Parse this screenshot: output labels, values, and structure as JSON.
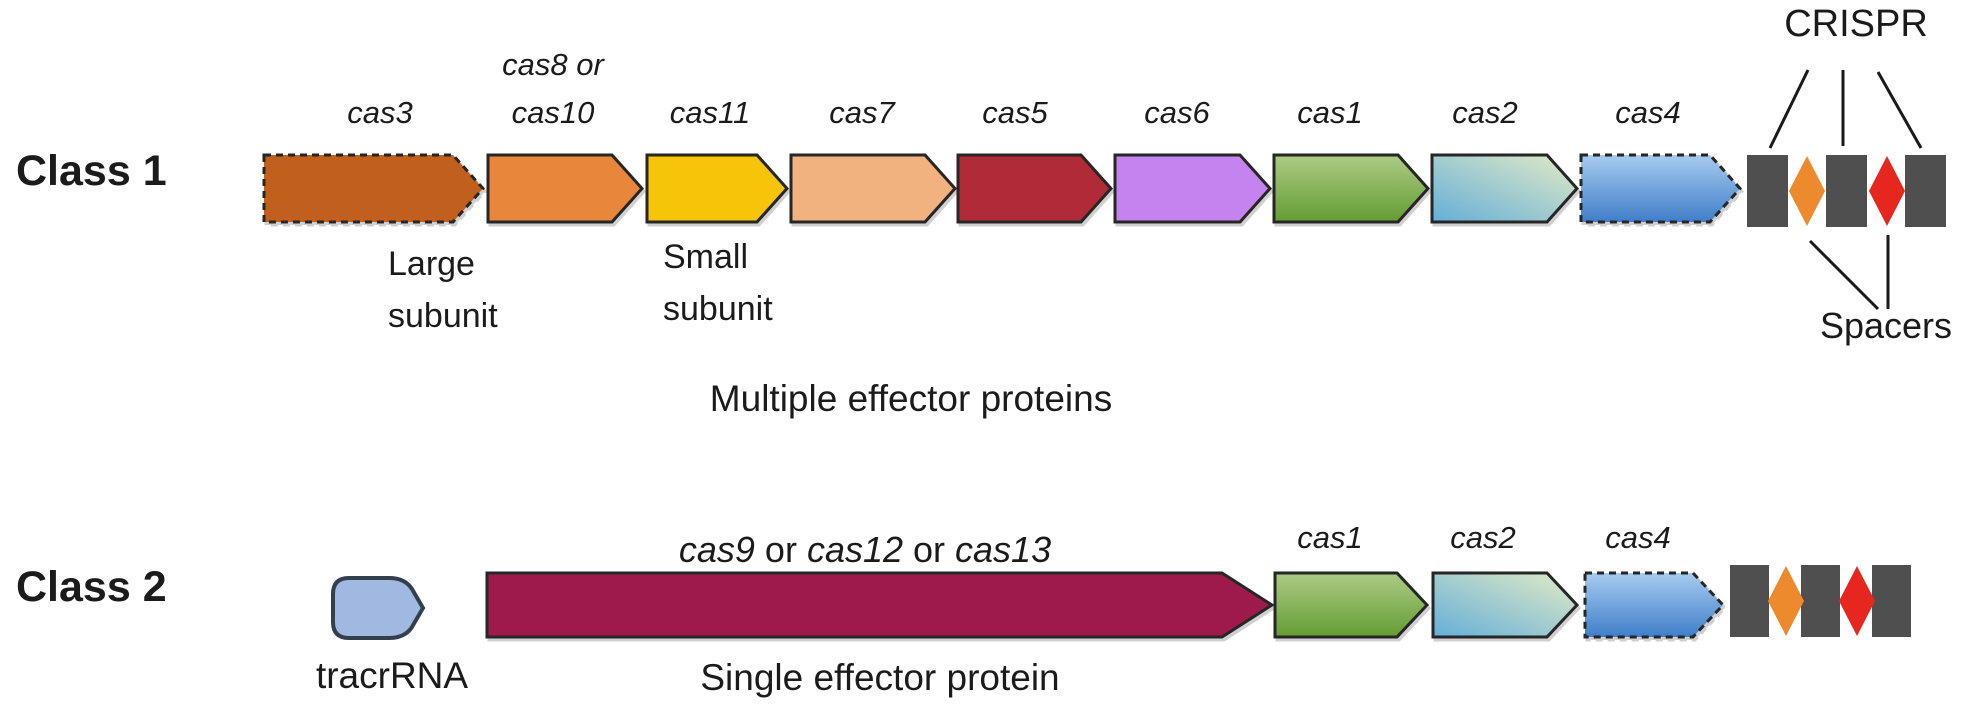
{
  "figure": {
    "row1": {
      "class_label": "Class 1",
      "genes": [
        {
          "id": "cas3",
          "label": "cas3",
          "fill": "#c15f1d",
          "dashed": true
        },
        {
          "id": "cas8-cas10",
          "label_lines": [
            "cas8 or",
            "cas10"
          ],
          "fill": "#e8863c",
          "dashed": false,
          "sublabel_lines": [
            "Large",
            "subunit"
          ]
        },
        {
          "id": "cas11",
          "label": "cas11",
          "fill": "#f6c408",
          "dashed": false,
          "sublabel_lines": [
            "Small",
            "subunit"
          ]
        },
        {
          "id": "cas7",
          "label": "cas7",
          "fill": "#f1b280",
          "dashed": false
        },
        {
          "id": "cas5",
          "label": "cas5",
          "fill": "#b12a37",
          "dashed": false
        },
        {
          "id": "cas6",
          "label": "cas6",
          "fill": "#c483ee",
          "dashed": false
        },
        {
          "id": "cas1",
          "label": "cas1",
          "gradient": {
            "from": "#abcb84",
            "to": "#649c33",
            "dir": "down"
          },
          "dashed": false
        },
        {
          "id": "cas2",
          "label": "cas2",
          "gradient": {
            "from": "#64aed8",
            "to": "#e3ebc5",
            "dir": "diag"
          },
          "dashed": false
        },
        {
          "id": "cas4",
          "label": "cas4",
          "gradient": {
            "from": "#a6cbee",
            "to": "#3f7ec9",
            "dir": "down"
          },
          "dashed": true
        }
      ],
      "caption": "Multiple effector proteins",
      "crispr_label": "CRISPR",
      "spacers_label": "Spacers"
    },
    "row2": {
      "class_label": "Class 2",
      "tracr": {
        "label": "tracrRNA",
        "fill": "#a1b8e1",
        "stroke": "#333f4e"
      },
      "effector": {
        "parts": [
          {
            "t": "cas9",
            "italic": true
          },
          {
            "t": " or ",
            "italic": false
          },
          {
            "t": "cas12",
            "italic": true
          },
          {
            "t": " or ",
            "italic": false
          },
          {
            "t": "cas13",
            "italic": true
          }
        ],
        "fill": "#9e1a4d"
      },
      "genes": [
        {
          "id": "cas1",
          "label": "cas1",
          "gradient": {
            "from": "#abcb84",
            "to": "#649c33",
            "dir": "down"
          },
          "dashed": false
        },
        {
          "id": "cas2",
          "label": "cas2",
          "gradient": {
            "from": "#64aed8",
            "to": "#e3ebc5",
            "dir": "diag"
          },
          "dashed": false
        },
        {
          "id": "cas4",
          "label": "cas4",
          "gradient": {
            "from": "#a6cbee",
            "to": "#3f7ec9",
            "dir": "down"
          },
          "dashed": true
        }
      ],
      "caption": "Single effector protein"
    },
    "array_colors": {
      "repeat": "#4f4f4f",
      "spacer_orange": "#ee8a2e",
      "spacer_red": "#e52720"
    },
    "line_color": "#1a1a1a",
    "border_color": "#262626"
  }
}
